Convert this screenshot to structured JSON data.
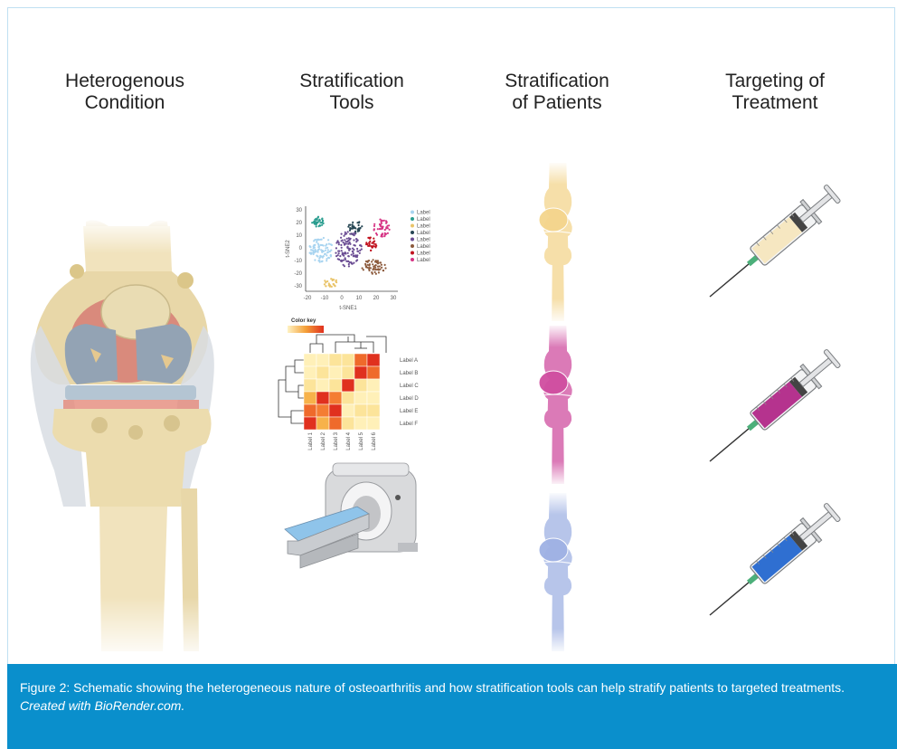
{
  "columns": [
    {
      "title": "Heterogenous\nCondition"
    },
    {
      "title": "Stratification\nTools"
    },
    {
      "title": "Stratification\nof Patients"
    },
    {
      "title": "Targeting of\nTreatment"
    }
  ],
  "tsne": {
    "ylabel": "t-SNE2",
    "xlabel": "t-SNE1",
    "yticks": [
      "30",
      "20",
      "10",
      "0",
      "-10",
      "-20",
      "-30"
    ],
    "xticks": [
      "-20",
      "-10",
      "0",
      "10",
      "20",
      "30"
    ],
    "legend": [
      {
        "label": "Label",
        "color": "#a8d4f0"
      },
      {
        "label": "Label",
        "color": "#2a9d8f"
      },
      {
        "label": "Label",
        "color": "#e9c46a"
      },
      {
        "label": "Label",
        "color": "#264653"
      },
      {
        "label": "Label",
        "color": "#6a4c93"
      },
      {
        "label": "Label",
        "color": "#8c5a3c"
      },
      {
        "label": "Label",
        "color": "#c1121f"
      },
      {
        "label": "Label",
        "color": "#d63384"
      }
    ]
  },
  "heatmap": {
    "color_key": "Color key",
    "row_labels": [
      "Label A",
      "Label B",
      "Label C",
      "Label D",
      "Label E",
      "Label F"
    ],
    "col_labels": [
      "Label 1",
      "Label 2",
      "Label 3",
      "Label 4",
      "Label 5",
      "Label 6"
    ]
  },
  "patient_colors": [
    "#f4d58d",
    "#d04ea0",
    "#9fb2e4"
  ],
  "syringe_colors": [
    "#f6e7c1",
    "#b5338e",
    "#2f6fd1"
  ],
  "caption": {
    "text": "Figure 2: Schematic showing the heterogeneous nature of osteoarthritis and how stratification tools can help stratify patients to targeted treatments.",
    "credit": "Created with BioRender.com."
  }
}
